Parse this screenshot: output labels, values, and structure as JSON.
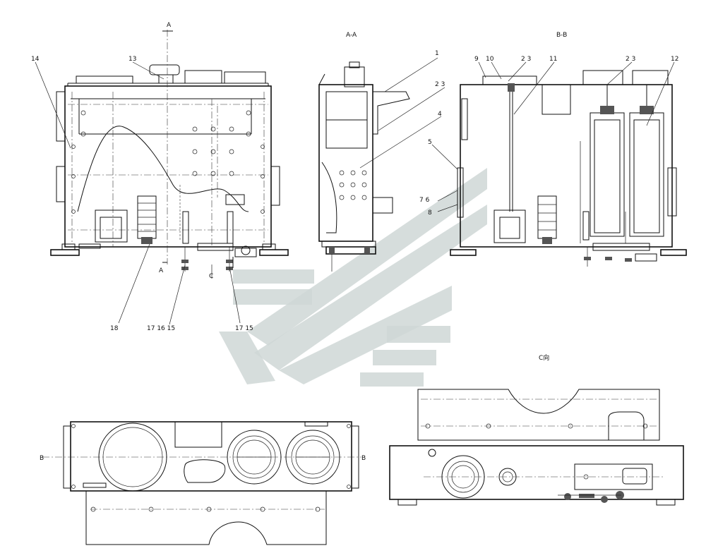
{
  "views": {
    "section_aa_top": "A",
    "section_aa_mark_left": "A",
    "section_aa_bottom_c": "C",
    "title_aa": "A-A",
    "title_bb": "B-B",
    "title_c": "C向",
    "section_bb_left": "B",
    "section_bb_right": "B"
  },
  "callouts": [
    {
      "id": "c1",
      "text": "1"
    },
    {
      "id": "c2_3a",
      "text": "2  3"
    },
    {
      "id": "c4",
      "text": "4"
    },
    {
      "id": "c5",
      "text": "5"
    },
    {
      "id": "c7_6",
      "text": "7  6"
    },
    {
      "id": "c8",
      "text": "8"
    },
    {
      "id": "c9",
      "text": "9"
    },
    {
      "id": "c10",
      "text": "10"
    },
    {
      "id": "c2_3b",
      "text": "2  3"
    },
    {
      "id": "c11",
      "text": "11"
    },
    {
      "id": "c2_3c",
      "text": "2  3"
    },
    {
      "id": "c12",
      "text": "12"
    },
    {
      "id": "c13",
      "text": "13"
    },
    {
      "id": "c14",
      "text": "14"
    },
    {
      "id": "c18",
      "text": "18"
    },
    {
      "id": "c17_16_15",
      "text": "17  16  15"
    },
    {
      "id": "c17_15",
      "text": "17  15"
    }
  ],
  "colors": {
    "line": "#111111",
    "watermark": "#cfd7d6"
  }
}
